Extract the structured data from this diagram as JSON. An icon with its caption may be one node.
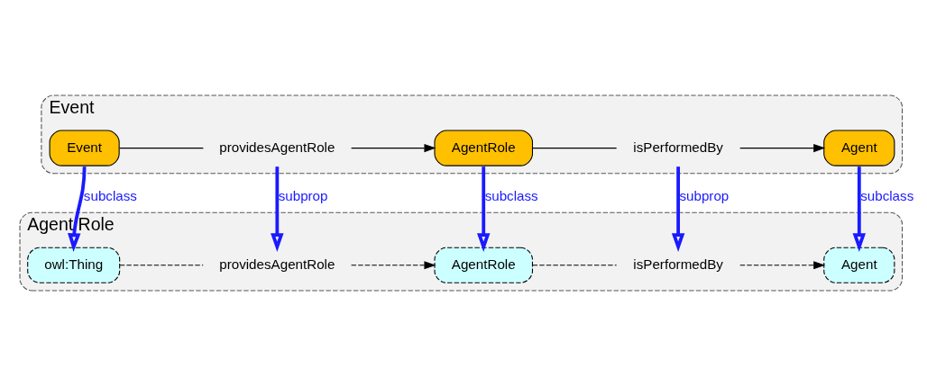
{
  "diagram": {
    "nodes": [
      {
        "text": [
          "Event"
        ]
      },
      {
        "text": [
          "Event"
        ],
        "in": 0
      },
      {
        "text": [
          "providesAgentRole"
        ],
        "in": 0
      },
      {
        "text": [
          "AgentRole"
        ],
        "in": 0
      },
      {
        "text": [
          "isPerformedBy"
        ],
        "in": 0
      },
      {
        "text": [
          "Agent"
        ],
        "in": 0
      },
      {
        "text": [
          "Agent Role"
        ]
      },
      {
        "text": [
          "owl:Thing"
        ],
        "in": 6
      },
      {
        "text": [
          "providesAgentRole"
        ],
        "in": 6
      },
      {
        "text": [
          "AgentRole"
        ],
        "in": 6
      },
      {
        "text": [
          "isPerformedBy"
        ],
        "in": 6
      },
      {
        "text": [
          "Agent"
        ],
        "in": 6
      }
    ],
    "edges": [
      {
        "from": 1,
        "to": 2,
        "arrow": "none"
      },
      {
        "from": 2,
        "to": 3,
        "arrow": "to"
      },
      {
        "from": 3,
        "to": 4,
        "arrow": "none"
      },
      {
        "from": 4,
        "to": 5,
        "arrow": "to"
      },
      {
        "from": 7,
        "to": 8,
        "arrow": "none",
        "style": "dashed"
      },
      {
        "from": 8,
        "to": 9,
        "arrow": "to",
        "style": "dashed"
      },
      {
        "from": 9,
        "to": 10,
        "arrow": "none",
        "style": "dashed"
      },
      {
        "from": 10,
        "to": 11,
        "arrow": "to",
        "style": "dashed"
      },
      {
        "from": 1,
        "to": 7,
        "arrow": "to",
        "label": "subclass",
        "style": "thick",
        "color": "#1a1aff"
      },
      {
        "from": 2,
        "to": 8,
        "arrow": "to",
        "label": "subprop",
        "style": "thick",
        "color": "#1a1aff"
      },
      {
        "from": 3,
        "to": 9,
        "arrow": "to",
        "label": "subclass",
        "style": "thick",
        "color": "#1a1aff"
      },
      {
        "from": 4,
        "to": 10,
        "arrow": "to",
        "label": "subprop",
        "style": "thick",
        "color": "#1a1aff"
      },
      {
        "from": 5,
        "to": 11,
        "arrow": "to",
        "label": "subclass",
        "style": "thick",
        "color": "#1a1aff"
      }
    ]
  }
}
